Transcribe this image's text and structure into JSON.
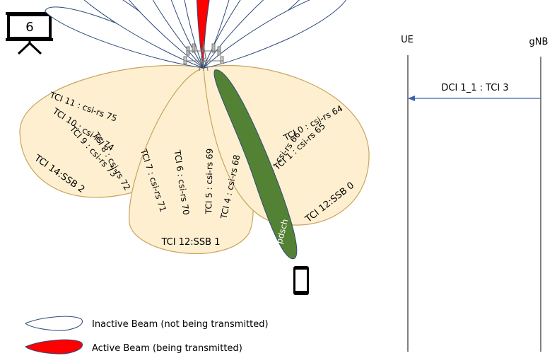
{
  "slide": {
    "number": "6"
  },
  "participants": {
    "ue": "UE",
    "gnb": "gNB"
  },
  "message": {
    "label": "DCI 1_1 : TCI 3"
  },
  "ssb_beams": {
    "ssb2": "TCI 14:SSB 2",
    "ssb1": "TCI 12:SSB 1",
    "ssb0": "TCI 12:SSB 0"
  },
  "csi_beams": [
    {
      "id": "tci11",
      "label": "TCI 11 : csi-rs 75",
      "active": false
    },
    {
      "id": "tci10",
      "label": "TCI 10 : csi-rs 74",
      "active": false
    },
    {
      "id": "tci9",
      "label": "TCI 9 : csi-rs 73",
      "active": false
    },
    {
      "id": "tci8",
      "label": "TCI 8 : csi-rs 72",
      "active": false
    },
    {
      "id": "tci7",
      "label": "TCI 7 : csi-rs 71",
      "active": false
    },
    {
      "id": "tci6",
      "label": "TCI 6 : csi-rs 70",
      "active": false
    },
    {
      "id": "tci5",
      "label": "TCI 5 : csi-rs 69",
      "active": true
    },
    {
      "id": "tci4",
      "label": "TCI 4 : csi-rs 68",
      "active": false
    },
    {
      "id": "tci2",
      "label": "TCI 2 : csi-rs 66",
      "active": false
    },
    {
      "id": "tci1",
      "label": "TCI 1 : csi-rs 65",
      "active": false
    },
    {
      "id": "tci0",
      "label": "TCI 0 : csi-rs 64",
      "active": false
    }
  ],
  "pdsch": {
    "label": "pdsch"
  },
  "legend": {
    "inactive": "Inactive Beam (not being  transmitted)",
    "active": "Active Beam (being  transmitted)"
  },
  "colors": {
    "ssb_fill": "#fdefd0",
    "ssb_stroke": "#c9a55c",
    "beam_stroke": "#2e4a78",
    "active_fill": "#ff0000",
    "pdsch_fill": "#548235",
    "arrow": "#3a62b0"
  }
}
